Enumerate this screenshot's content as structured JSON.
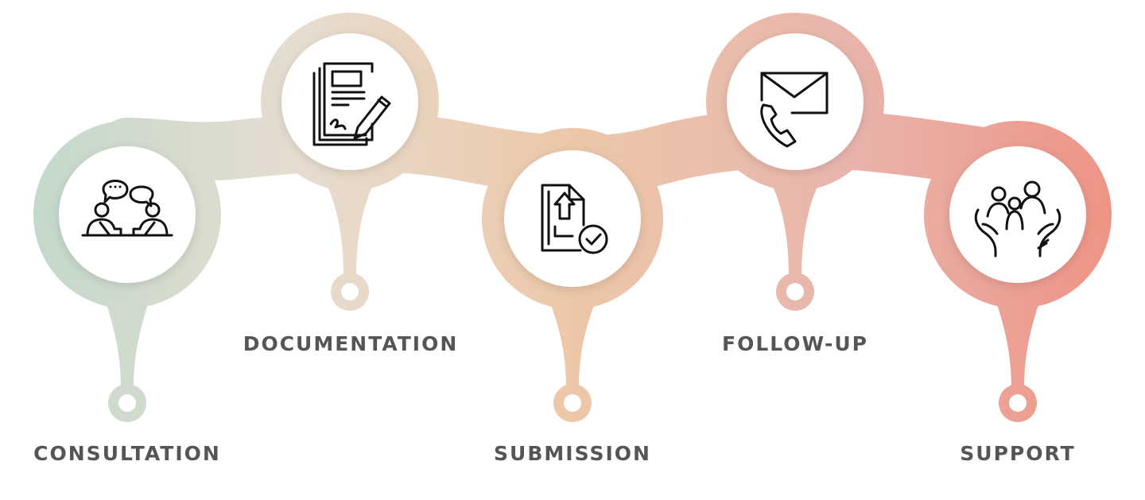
{
  "steps": [
    {
      "label": "CONSULTATION",
      "icon": "consultation-icon"
    },
    {
      "label": "DOCUMENTATION",
      "icon": "document-sign-icon"
    },
    {
      "label": "SUBMISSION",
      "icon": "file-upload-check-icon"
    },
    {
      "label": "FOLLOW-UP",
      "icon": "mail-phone-icon"
    },
    {
      "label": "SUPPORT",
      "icon": "family-care-hands-icon"
    }
  ],
  "colors": {
    "gradient_start": "#c3d9cb",
    "gradient_mid1": "#e6ddd0",
    "gradient_mid2": "#edc7a8",
    "gradient_mid3": "#e8b5ad",
    "gradient_end": "#ee9485",
    "label_text": "#555555",
    "icon_stroke": "#111111"
  }
}
